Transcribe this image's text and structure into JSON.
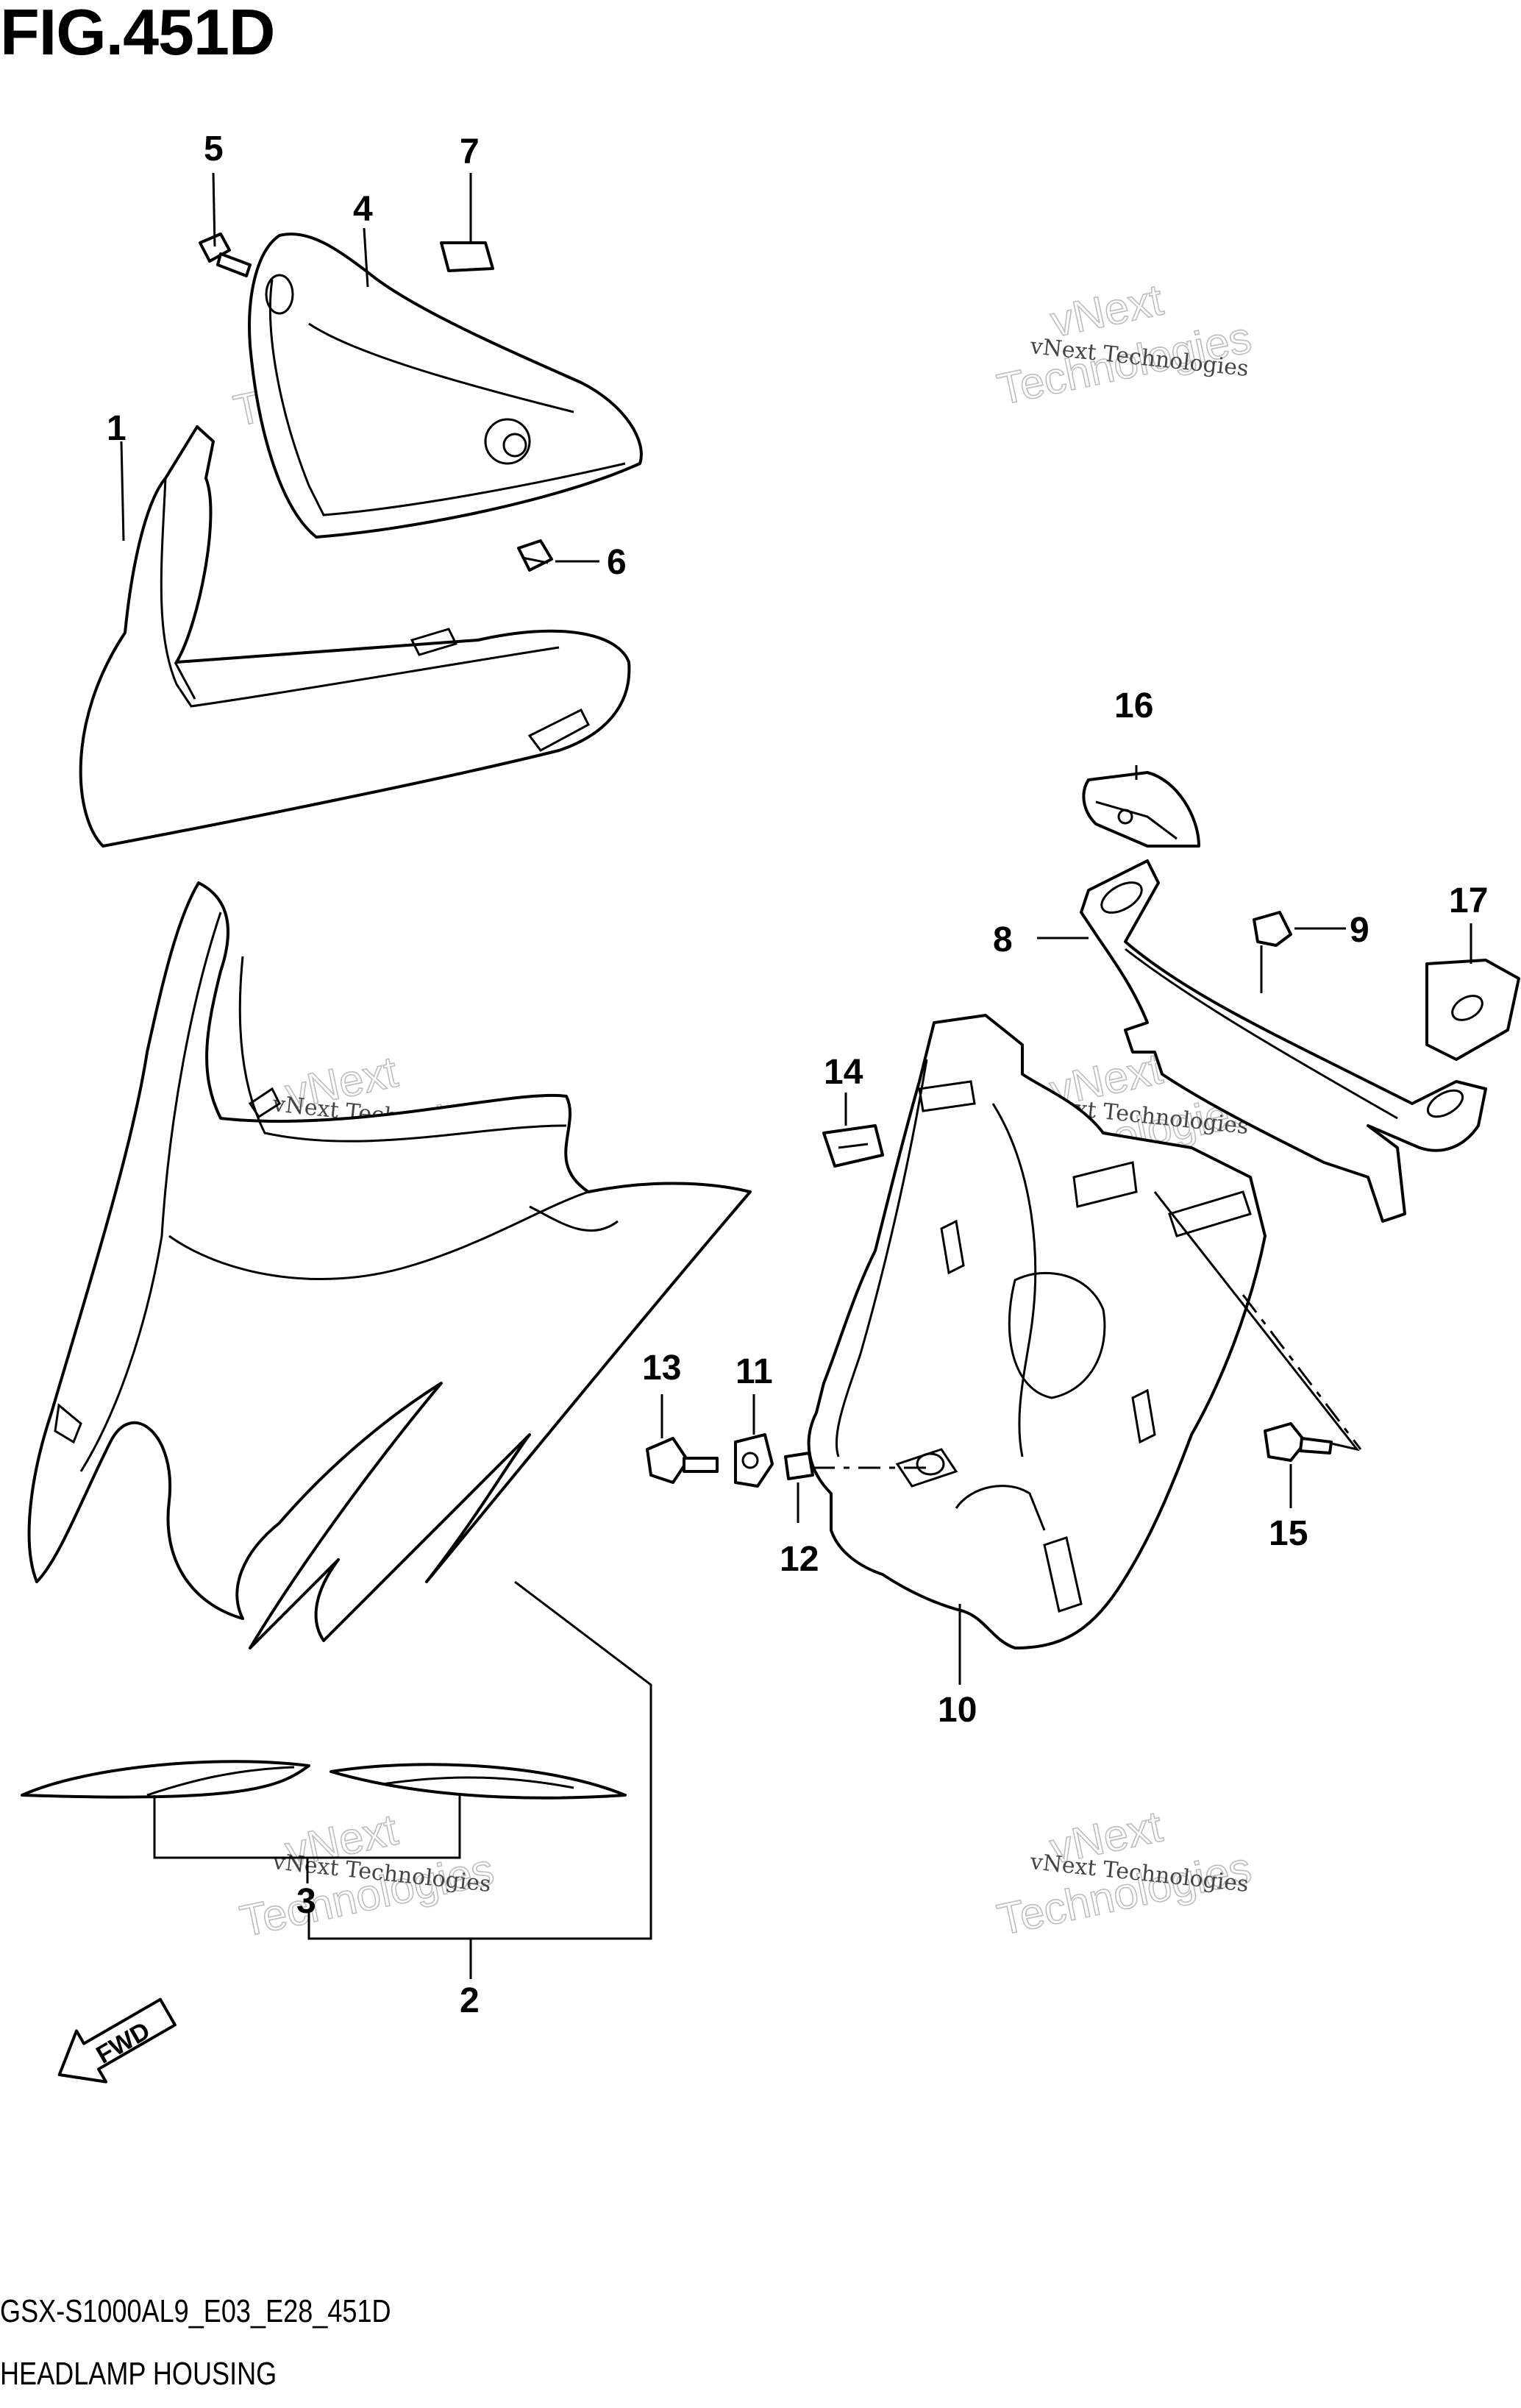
{
  "figure": {
    "title": "FIG.451D",
    "code": "GSX-S1000AL9_E03_E28_451D",
    "name": "HEADLAMP HOUSING"
  },
  "callouts": [
    "1",
    "2",
    "3",
    "4",
    "5",
    "6",
    "7",
    "8",
    "9",
    "10",
    "11",
    "12",
    "13",
    "14",
    "15",
    "16",
    "17"
  ],
  "fwd_label": "FWD",
  "watermark": {
    "line_small": "vNext Technologies",
    "line_big_1": "vNext",
    "line_big_2": "Technologies"
  }
}
